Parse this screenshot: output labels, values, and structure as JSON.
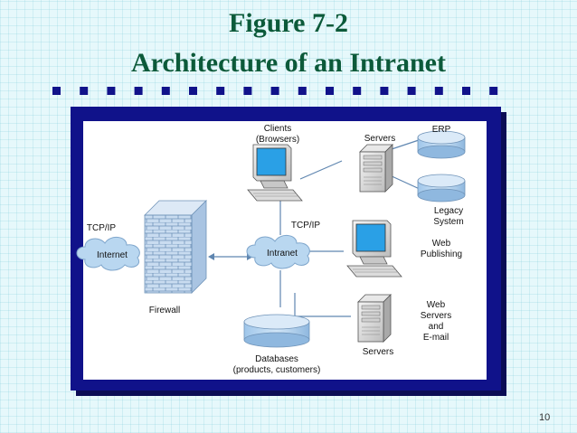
{
  "title": {
    "line1": "Figure 7-2",
    "line2": "Architecture of an Intranet"
  },
  "colors": {
    "title": "#0c5a3a",
    "frame": "#10128a",
    "cloud": "#b9d7f0",
    "monitor_screen": "#2aa0e6"
  },
  "diagram": {
    "clients_label_1": "Clients",
    "clients_label_2": "(Browsers)",
    "servers_top_label": "Servers",
    "erp_label": "ERP",
    "legacy_label_1": "Legacy",
    "legacy_label_2": "System",
    "tcpip_left_label": "TCP/IP",
    "tcpip_center_label": "TCP/IP",
    "internet_label": "Internet",
    "intranet_label": "Intranet",
    "firewall_label": "Firewall",
    "web_publishing_label_1": "Web",
    "web_publishing_label_2": "Publishing",
    "web_servers_label_1": "Web",
    "web_servers_label_2": "Servers",
    "web_servers_label_3": "and",
    "web_servers_label_4": "E-mail",
    "servers_bottom_label": "Servers",
    "databases_label_1": "Databases",
    "databases_label_2": "(products, customers)"
  },
  "page_number": "10"
}
